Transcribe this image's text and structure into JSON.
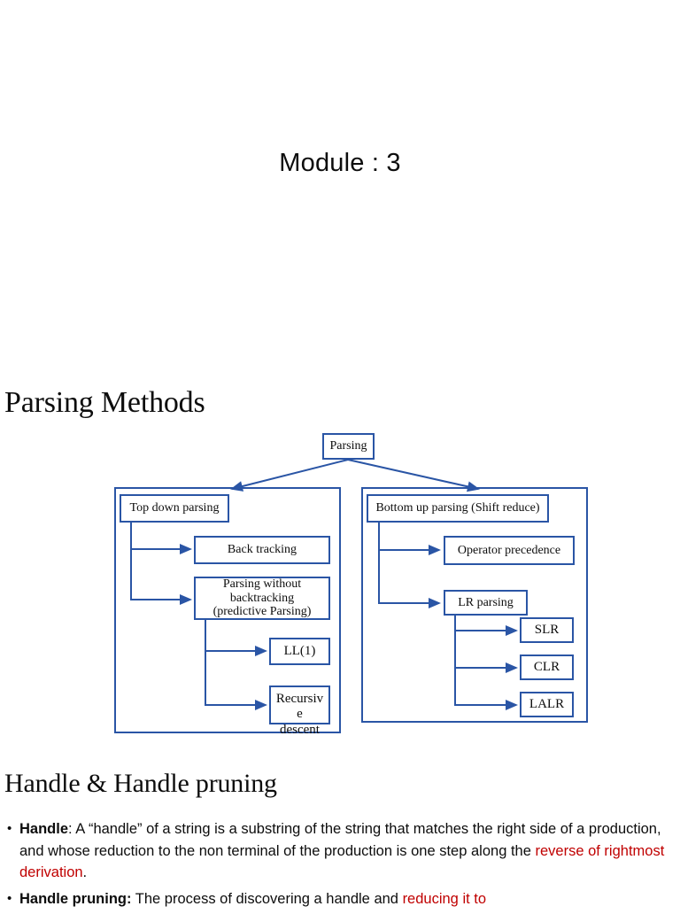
{
  "slide1": {
    "title": "Module : 3"
  },
  "slide2": {
    "heading": "Parsing Methods",
    "diagram": {
      "type": "tree-diagram",
      "root": "Parsing",
      "branches": [
        {
          "name": "Top down parsing",
          "children": [
            {
              "name": "Back tracking",
              "children": []
            },
            {
              "name": "Parsing without backtracking (predictive Parsing)",
              "line1": "Parsing without",
              "line2": "backtracking",
              "line3": "(predictive Parsing)",
              "children": [
                {
                  "name": "LL(1)"
                },
                {
                  "name": "Recursive descent",
                  "inside_line1": "Recursiv",
                  "inside_line2": "e",
                  "overflow_line": "descent"
                }
              ]
            }
          ]
        },
        {
          "name": "Bottom up parsing (Shift reduce)",
          "children": [
            {
              "name": "Operator precedence",
              "children": []
            },
            {
              "name": "LR parsing",
              "children": [
                {
                  "name": "SLR"
                },
                {
                  "name": "CLR"
                },
                {
                  "name": "LALR"
                }
              ]
            }
          ]
        }
      ],
      "colors": {
        "border": "#2a55a5",
        "arrow": "#2a55a5",
        "fill": "#ffffff"
      }
    }
  },
  "slide3": {
    "heading": "Handle & Handle pruning",
    "bullets": [
      {
        "term": "Handle",
        "after_term": ": A “handle” of a string is a substring of the string that matches the right side of a production, and whose reduction to the non terminal of the production is one step along the ",
        "highlight": "reverse of rightmost derivation",
        "tail": "."
      },
      {
        "term": "Handle pruning:",
        "after_term": " The process of discovering a handle and ",
        "highlight": "reducing it to",
        "tail": ""
      }
    ],
    "accent_color": "#c00000"
  }
}
